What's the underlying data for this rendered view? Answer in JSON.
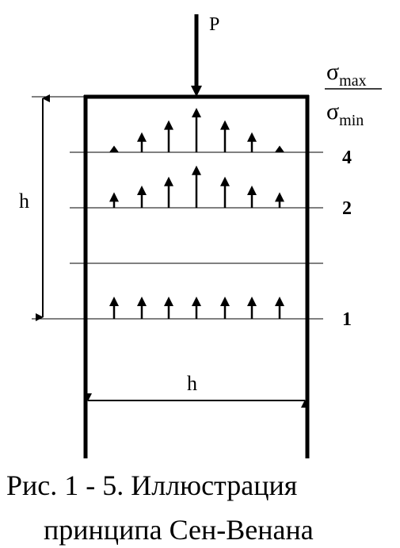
{
  "figure": {
    "load_label": "P",
    "sigma_symbol": "σ",
    "ratio_numerator_sub": "max",
    "ratio_denominator_sub": "min",
    "height_label": "h",
    "width_label": "h",
    "section_labels": [
      "4",
      "2",
      "1"
    ],
    "caption_line1": "Рис. 1 - 5.  Иллюстрация",
    "caption_line2": "принципа  Сен-Венана",
    "stress_levels": {
      "section_4": [
        0.15,
        0.45,
        0.72,
        1.0,
        0.72,
        0.45,
        0.15
      ],
      "section_2": [
        0.35,
        0.5,
        0.7,
        0.95,
        0.7,
        0.5,
        0.35
      ],
      "section_1": [
        0.5,
        0.5,
        0.5,
        0.5,
        0.5,
        0.5,
        0.5
      ]
    }
  }
}
